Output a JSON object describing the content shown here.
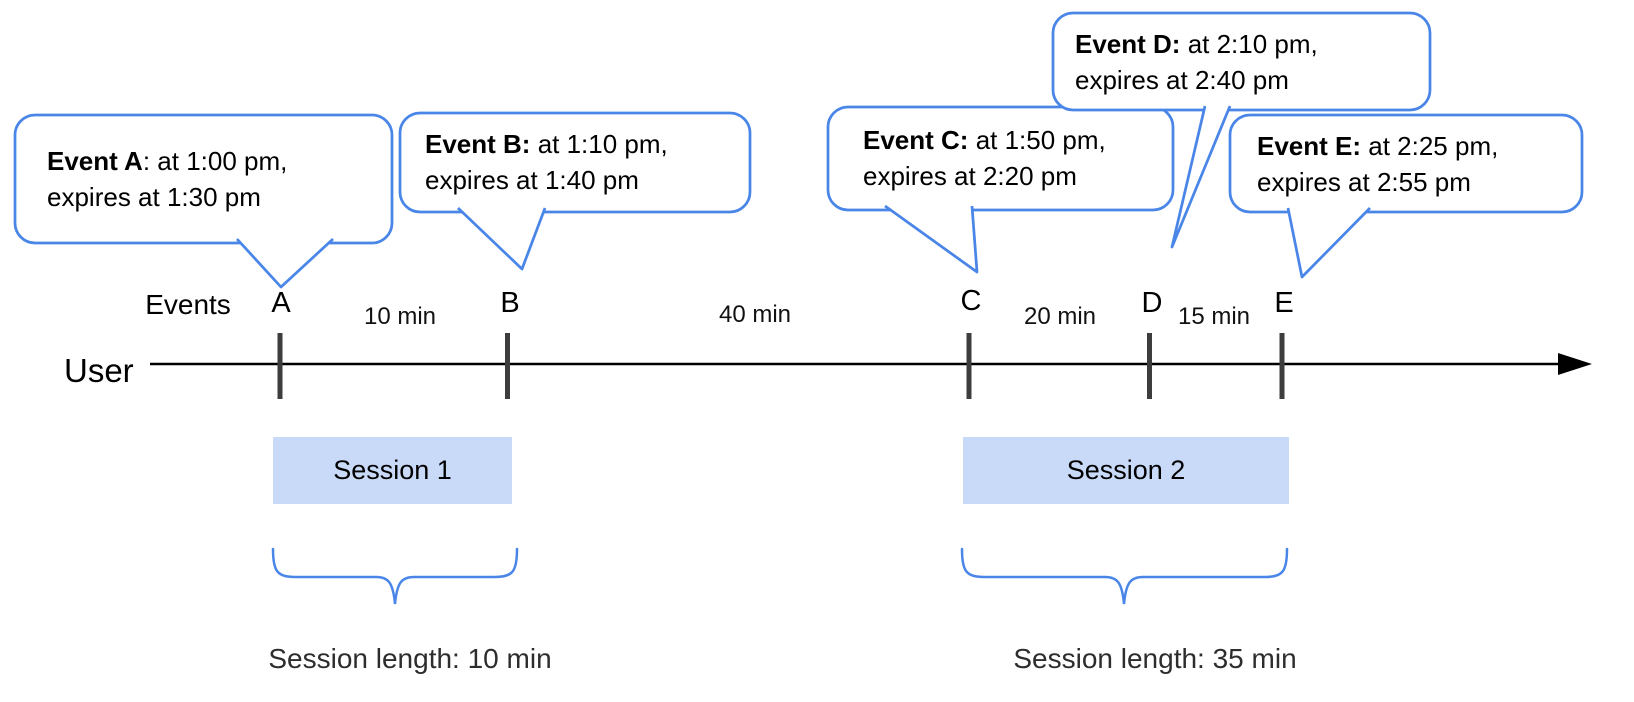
{
  "diagram": {
    "events_header": "Events",
    "axis_label": "User",
    "callouts": [
      {
        "id": "A",
        "bold": "Event A",
        "text": ": at 1:00 pm,",
        "line2": "expires at 1:30 pm"
      },
      {
        "id": "B",
        "bold": "Event B:",
        "text": " at 1:10 pm,",
        "line2": "expires at 1:40 pm"
      },
      {
        "id": "C",
        "bold": "Event C:",
        "text": " at 1:50 pm,",
        "line2": "expires at 2:20 pm"
      },
      {
        "id": "D",
        "bold": "Event D:",
        "text": " at 2:10 pm,",
        "line2": "expires at 2:40 pm"
      },
      {
        "id": "E",
        "bold": "Event E:",
        "text": " at 2:25 pm,",
        "line2": "expires at 2:55 pm"
      }
    ],
    "tick_labels": [
      "A",
      "B",
      "C",
      "D",
      "E"
    ],
    "interval_labels": [
      "10 min",
      "40 min",
      "20 min",
      "15 min"
    ],
    "sessions": [
      {
        "label": "Session 1",
        "length": "Session length: 10 min"
      },
      {
        "label": "Session 2",
        "length": "Session length: 35 min"
      }
    ],
    "colors": {
      "bubble_border": "#4a86e8",
      "bubble_fill": "#ffffff",
      "session_fill": "#c9daf8",
      "brace": "#4a86e8",
      "tick": "#3d3d3d",
      "axis": "#000000"
    }
  }
}
